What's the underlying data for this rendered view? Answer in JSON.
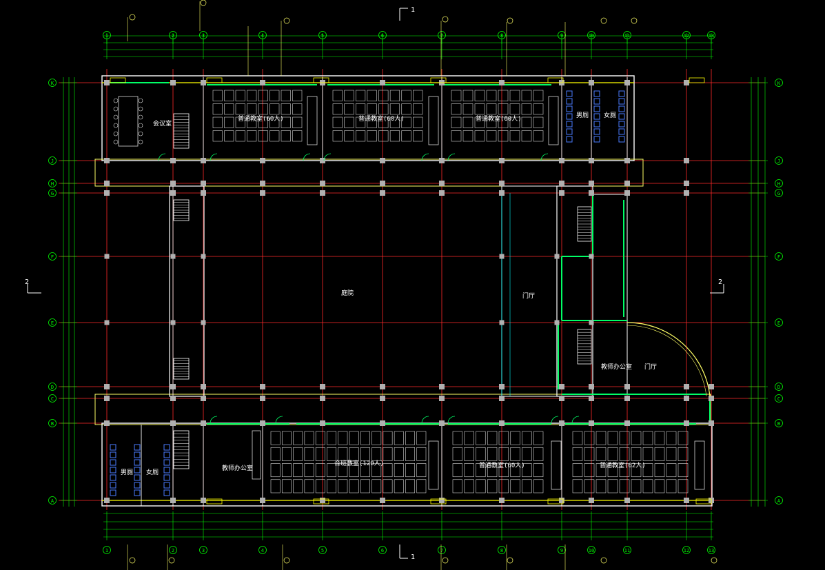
{
  "colors": {
    "background": "#000000",
    "grid_axis": "#ff2a2a",
    "dimension": "#00ff00",
    "wall": "#ffffff",
    "window": "#ffff00",
    "column": "#b0b0b0",
    "furniture": "#d8d8d8",
    "annotation": "#ffff66",
    "door": "#00ff66",
    "glass": "#00ffff",
    "toilet_fixture": "#4a7bff"
  },
  "grid_axes": {
    "columns": [
      "1",
      "2",
      "3",
      "4",
      "5",
      "6",
      "7",
      "8",
      "9",
      "10",
      "11",
      "12",
      "13"
    ],
    "rows": [
      "A",
      "B",
      "C",
      "D",
      "E",
      "F",
      "G",
      "H",
      "J",
      "K"
    ]
  },
  "section_marks": [
    "1",
    "1",
    "2",
    "2"
  ],
  "rooms": [
    {
      "id": "classroom-north-1",
      "label": "普通教室(60人)"
    },
    {
      "id": "classroom-north-2",
      "label": "普通教室(60人)"
    },
    {
      "id": "classroom-north-3",
      "label": "普通教室(60人)"
    },
    {
      "id": "classroom-south-1",
      "label": "合班教室(120人)"
    },
    {
      "id": "classroom-south-2",
      "label": "普通教室(60人)"
    },
    {
      "id": "classroom-south-3",
      "label": "普通教室(62人)"
    },
    {
      "id": "meeting-room",
      "label": "会议室"
    },
    {
      "id": "office-south",
      "label": "教师办公室"
    },
    {
      "id": "office-east",
      "label": "教师办公室"
    },
    {
      "id": "courtyard",
      "label": "庭院"
    },
    {
      "id": "entrance-hall",
      "label": "门厅"
    },
    {
      "id": "lobby",
      "label": "门厅"
    },
    {
      "id": "toilet-male-north",
      "label": "男厕"
    },
    {
      "id": "toilet-female-north",
      "label": "女厕"
    },
    {
      "id": "toilet-male-south",
      "label": "男厕"
    },
    {
      "id": "toilet-female-south",
      "label": "女厕"
    }
  ]
}
